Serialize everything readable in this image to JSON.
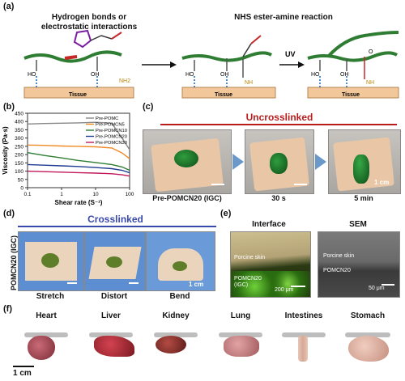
{
  "panel_a": {
    "label": "(a)",
    "left_title": "Hydrogen bonds or electrostatic interactions",
    "right_title": "NHS ester-amine reaction",
    "uv": "UV",
    "tissue": "Tissue",
    "groups": {
      "ho": "HO",
      "oh": "OH",
      "nh2": "NH2",
      "nh": "NH",
      "o": "O"
    }
  },
  "panel_b": {
    "label": "(b)"
  },
  "panel_c": {
    "label": "(c)",
    "title": "Uncrosslinked",
    "captions": [
      "Pre-POMCN20 (IGC)",
      "30 s",
      "5 min"
    ],
    "scale": "1 cm"
  },
  "panel_d": {
    "label": "(d)",
    "title": "Crosslinked",
    "side_label": "POMCN20 (IGC)",
    "captions": [
      "Stretch",
      "Distort",
      "Bend"
    ],
    "scale": "1 cm"
  },
  "panel_e": {
    "label": "(e)",
    "titles": [
      "Interface",
      "SEM"
    ],
    "left_labels": [
      "Porcine skin",
      "POMCN20 (IGC)"
    ],
    "right_labels": [
      "Porcine skin",
      "POMCN20"
    ],
    "scale_left": "200 μm",
    "scale_right": "50 μm"
  },
  "panel_f": {
    "label": "(f)",
    "organs": [
      "Heart",
      "Liver",
      "Kidney",
      "Lung",
      "Intestines",
      "Stomach"
    ],
    "scale": "1 cm"
  },
  "colors": {
    "tissue": "#f2c79a",
    "polymer": "#2e7d32",
    "accent_red": "#c62828",
    "uncrosslinked_bar": "#b71c1c",
    "crosslinked_bar": "#3949ab",
    "gel_green": "#1b7a2b"
  },
  "chart_data": {
    "type": "line",
    "xlabel": "Shear rate (S⁻¹)",
    "ylabel": "Viscosity (Pa·s)",
    "x_scale": "log",
    "xlim": [
      0.1,
      100
    ],
    "ylim": [
      0,
      450
    ],
    "xticks": [
      "0.1",
      "1",
      "10",
      "100"
    ],
    "yticks": [
      "0",
      "50",
      "100",
      "150",
      "200",
      "250",
      "300",
      "350",
      "400",
      "450"
    ],
    "legend_position": "top-right",
    "series": [
      {
        "name": "Pre-POMC",
        "color": "#888888",
        "x": [
          0.1,
          0.3,
          1,
          3,
          10,
          30,
          60,
          100
        ],
        "y": [
          385,
          388,
          390,
          392,
          395,
          390,
          300,
          230
        ]
      },
      {
        "name": "Pre-POMCN5",
        "color": "#f08a24",
        "x": [
          0.1,
          0.3,
          1,
          3,
          10,
          30,
          60,
          100
        ],
        "y": [
          258,
          256,
          252,
          250,
          247,
          240,
          210,
          175
        ]
      },
      {
        "name": "Pre-POMCN10",
        "color": "#2e7d32",
        "x": [
          0.1,
          0.3,
          1,
          3,
          10,
          30,
          60,
          100
        ],
        "y": [
          212,
          195,
          180,
          165,
          152,
          140,
          125,
          105
        ]
      },
      {
        "name": "Pre-POMCN20",
        "color": "#1f3a93",
        "x": [
          0.1,
          0.3,
          1,
          3,
          10,
          30,
          60,
          100
        ],
        "y": [
          140,
          136,
          132,
          128,
          122,
          115,
          105,
          90
        ]
      },
      {
        "name": "Pre-POMCN30",
        "color": "#c2185b",
        "x": [
          0.1,
          0.3,
          1,
          3,
          10,
          30,
          60,
          100
        ],
        "y": [
          100,
          97,
          94,
          91,
          88,
          84,
          78,
          70
        ]
      }
    ]
  }
}
